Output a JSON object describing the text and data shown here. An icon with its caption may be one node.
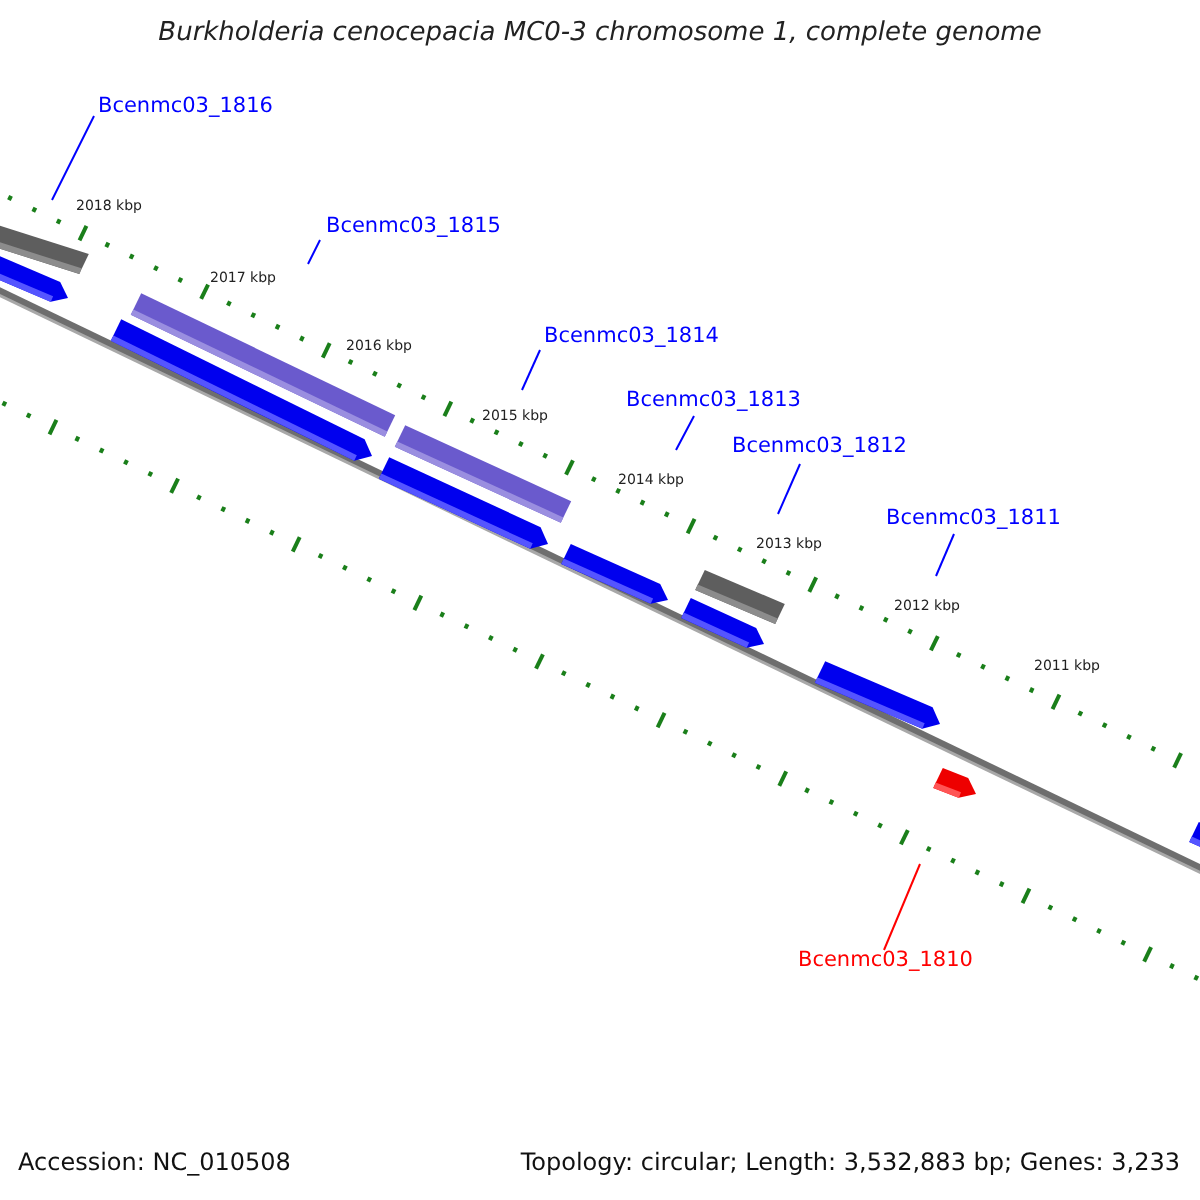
{
  "diagram": {
    "title": "Burkholderia cenocepacia MC0-3 chromosome 1, complete genome",
    "nodes": [
      {
        "text": [
          "Bcenmc03_1816"
        ]
      },
      {
        "text": [
          "Bcenmc03_1815"
        ]
      },
      {
        "text": [
          "Bcenmc03_1814"
        ]
      },
      {
        "text": [
          "Bcenmc03_1813"
        ]
      },
      {
        "text": [
          "Bcenmc03_1812"
        ]
      },
      {
        "text": [
          "Bcenmc03_1811"
        ]
      },
      {
        "text": [
          "Bcenmc03_1810"
        ]
      }
    ],
    "edges": [
      {
        "from": 0,
        "to": null,
        "arrow": "none"
      },
      {
        "from": 1,
        "to": null,
        "arrow": "none"
      },
      {
        "from": 2,
        "to": null,
        "arrow": "none"
      },
      {
        "from": 3,
        "to": null,
        "arrow": "none"
      },
      {
        "from": 4,
        "to": null,
        "arrow": "none"
      },
      {
        "from": 5,
        "to": null,
        "arrow": "none"
      },
      {
        "from": 6,
        "to": null,
        "arrow": "none",
        "color": "#ff0000"
      }
    ],
    "labels": [
      "2018 kbp",
      "2017 kbp",
      "2016 kbp",
      "2015 kbp",
      "2014 kbp",
      "2013 kbp",
      "2012 kbp",
      "2011 kbp",
      "Accession: NC_010508",
      "Topology: circular; Length: 3,532,883 bp; Genes: 3,233"
    ]
  }
}
